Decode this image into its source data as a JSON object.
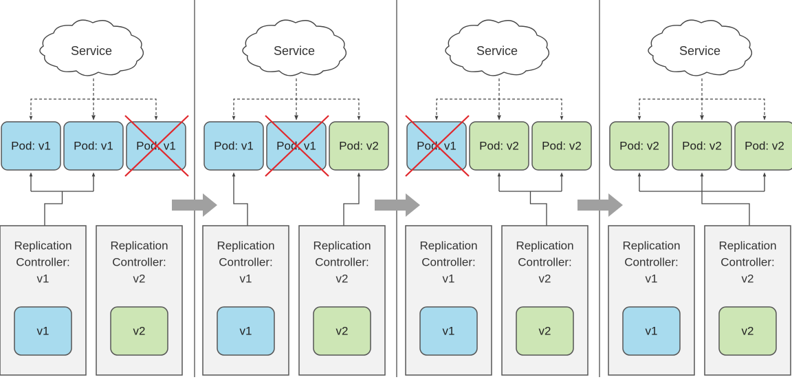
{
  "colors": {
    "v1": "#a8dbee",
    "v2": "#cde6b5",
    "rc_fill": "#f2f2f2",
    "border": "#555555",
    "cross": "#e0282d",
    "arrow": "#a0a0a0"
  },
  "panels": [
    {
      "service": "Service",
      "pods": [
        {
          "label": "Pod: v1",
          "version": "v1",
          "deleted": false
        },
        {
          "label": "Pod: v1",
          "version": "v1",
          "deleted": false
        },
        {
          "label": "Pod: v1",
          "version": "v1",
          "deleted": true
        }
      ],
      "rcs": [
        {
          "lines": [
            "Replication",
            "Controller:",
            "v1"
          ],
          "pod": "v1",
          "version": "v1"
        },
        {
          "lines": [
            "Replication",
            "Controller:",
            "v2"
          ],
          "pod": "v2",
          "version": "v2"
        }
      ]
    },
    {
      "service": "Service",
      "pods": [
        {
          "label": "Pod: v1",
          "version": "v1",
          "deleted": false
        },
        {
          "label": "Pod: v1",
          "version": "v1",
          "deleted": true
        },
        {
          "label": "Pod: v2",
          "version": "v2",
          "deleted": false
        }
      ],
      "rcs": [
        {
          "lines": [
            "Replication",
            "Controller:",
            "v1"
          ],
          "pod": "v1",
          "version": "v1"
        },
        {
          "lines": [
            "Replication",
            "Controller:",
            "v2"
          ],
          "pod": "v2",
          "version": "v2"
        }
      ]
    },
    {
      "service": "Service",
      "pods": [
        {
          "label": "Pod: v1",
          "version": "v1",
          "deleted": true
        },
        {
          "label": "Pod: v2",
          "version": "v2",
          "deleted": false
        },
        {
          "label": "Pod: v2",
          "version": "v2",
          "deleted": false
        }
      ],
      "rcs": [
        {
          "lines": [
            "Replication",
            "Controller:",
            "v1"
          ],
          "pod": "v1",
          "version": "v1"
        },
        {
          "lines": [
            "Replication",
            "Controller:",
            "v2"
          ],
          "pod": "v2",
          "version": "v2"
        }
      ]
    },
    {
      "service": "Service",
      "pods": [
        {
          "label": "Pod: v2",
          "version": "v2",
          "deleted": false
        },
        {
          "label": "Pod: v2",
          "version": "v2",
          "deleted": false
        },
        {
          "label": "Pod: v2",
          "version": "v2",
          "deleted": false
        }
      ],
      "rcs": [
        {
          "lines": [
            "Replication",
            "Controller:",
            "v1"
          ],
          "pod": "v1",
          "version": "v1"
        },
        {
          "lines": [
            "Replication",
            "Controller:",
            "v2"
          ],
          "pod": "v2",
          "version": "v2"
        }
      ]
    }
  ]
}
